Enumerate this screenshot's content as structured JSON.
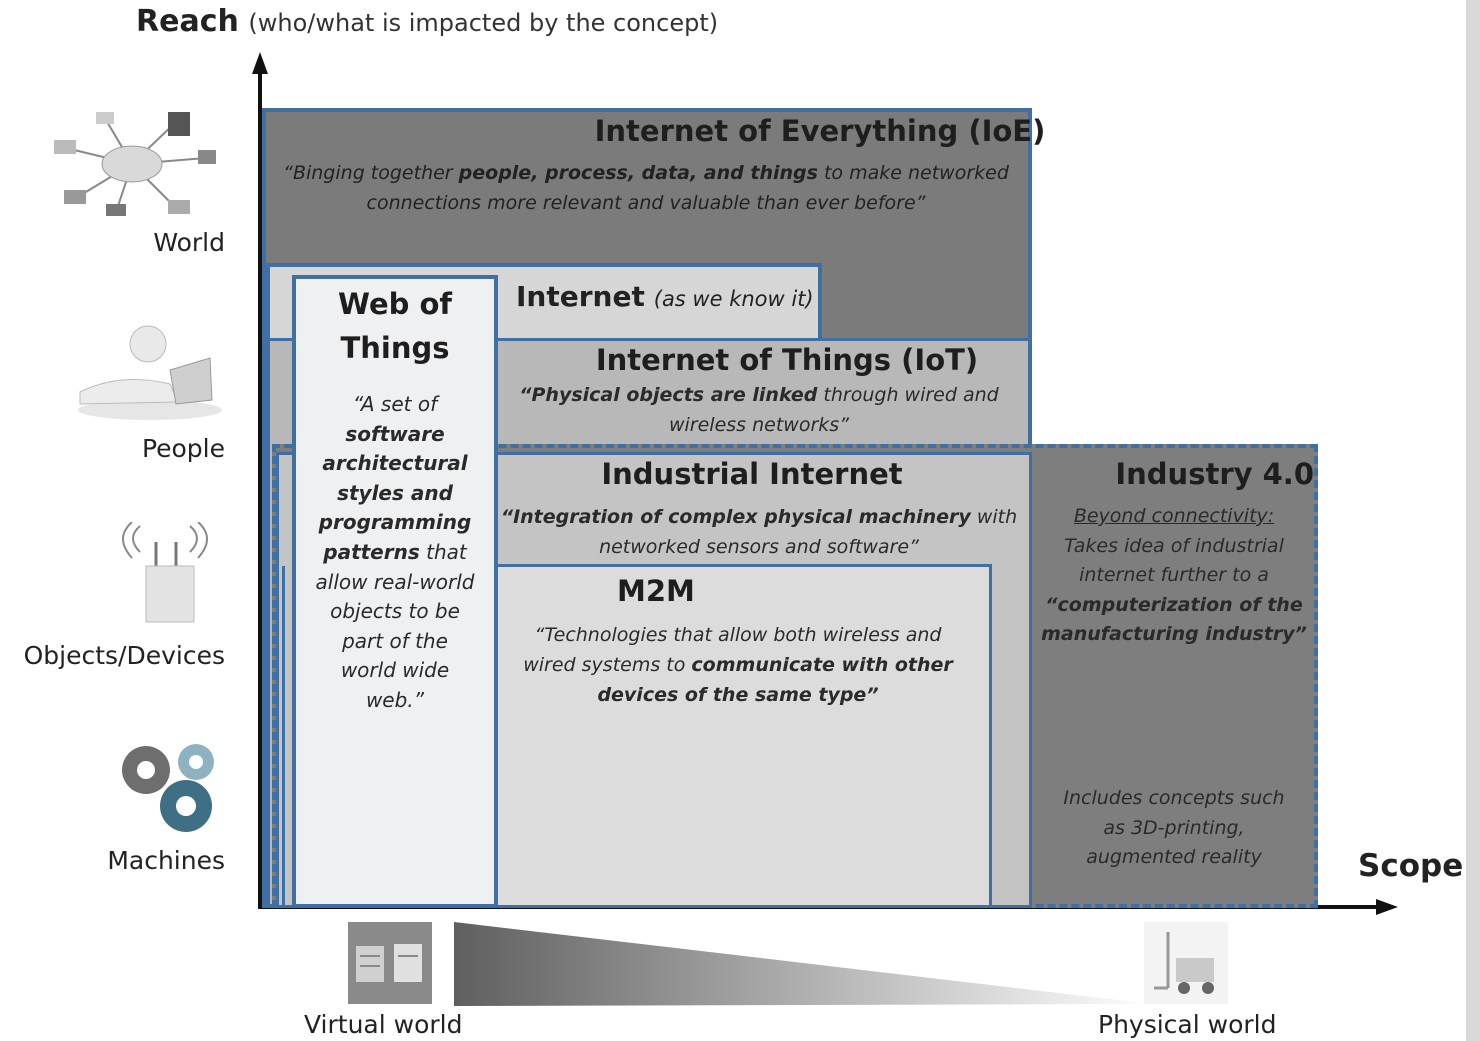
{
  "axes": {
    "y_title": "Reach",
    "y_subtitle": "(who/what is impacted by the concept)",
    "x_title": "Scope",
    "y_levels": [
      "World",
      "People",
      "Objects/Devices",
      "Machines"
    ],
    "x_left": "Virtual world",
    "x_right": "Physical world"
  },
  "ioe": {
    "title": "Internet of Everything (IoE)",
    "q1": "“Binging together ",
    "q1b": "people, process, data, and things",
    "q1c": " to make networked",
    "q2": "connections more relevant and valuable than ever before”"
  },
  "internet": {
    "title": "Internet",
    "note": "(as we know it)"
  },
  "wot": {
    "title1": "Web of",
    "title2": "Things",
    "l1": "“A set of",
    "l2": "software",
    "l3": "architectural",
    "l4": "styles and",
    "l5": "programming",
    "l6a": "patterns",
    "l6b": " that",
    "l7": "allow real-world",
    "l8": "objects to be",
    "l9": "part of the",
    "l10": "world wide",
    "l11": "web.”"
  },
  "iot": {
    "title": "Internet of Things (IoT)",
    "q1b": "“Physical objects are linked",
    "q1c": " through wired and",
    "q2": "wireless networks”"
  },
  "ii": {
    "title": "Industrial Internet",
    "q1b": "“Integration of complex physical machinery",
    "q1c": " with",
    "q2": "networked sensors and software”"
  },
  "m2m": {
    "title": "M2M",
    "q1": "“Technologies that allow both wireless and",
    "q2a": "wired systems to ",
    "q2b": "communicate with other",
    "q3": "devices of the same type”"
  },
  "i40": {
    "title": "Industry 4.0",
    "l1": "Beyond connectivity:",
    "l2": "Takes idea of industrial",
    "l3": "internet further to a",
    "l4": "“computerization of the",
    "l5": "manufacturing industry”",
    "n1": "Includes concepts such",
    "n2": "as 3D-printing,",
    "n3": "augmented reality"
  },
  "colors": {
    "dark_gray": "#7b7b7b",
    "mid_gray": "#b8b8b8",
    "light_gray": "#dcdcdc",
    "pale": "#eef0f2",
    "blue_border": "#3f6fa3"
  },
  "icons": [
    "network-world-icon",
    "person-laptop-icon",
    "wireless-device-icon",
    "gears-icon",
    "documents-icon",
    "forklift-icon"
  ]
}
